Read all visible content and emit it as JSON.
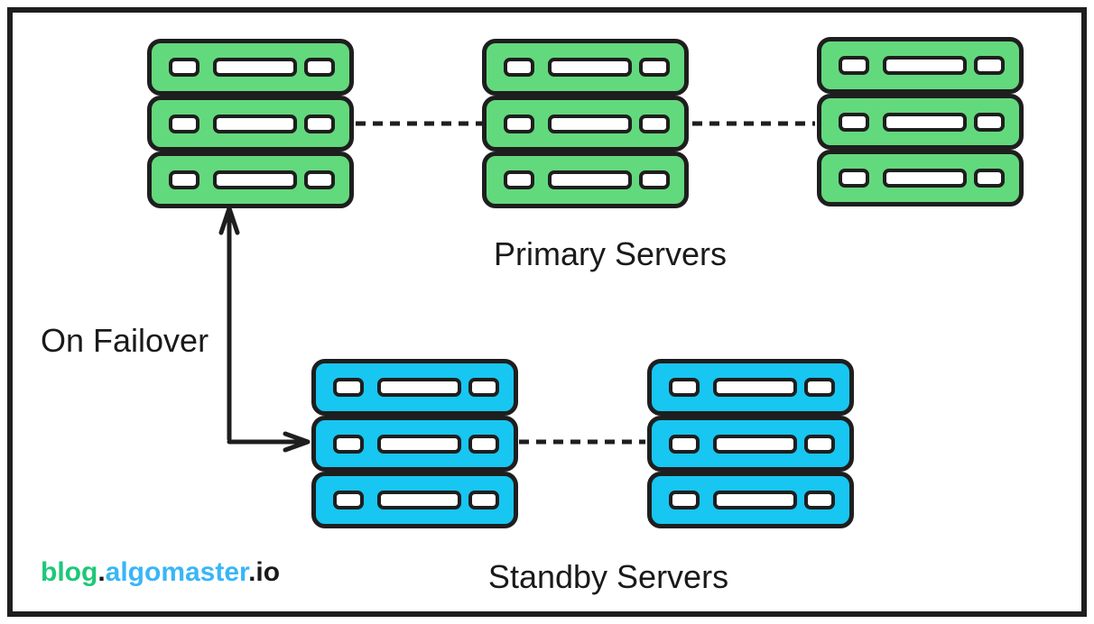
{
  "labels": {
    "primary": "Primary Servers",
    "standby": "Standby Servers",
    "failover": "On Failover"
  },
  "brand": {
    "blog": "blog",
    "dot1": ".",
    "algomaster": "algomaster",
    "dot2": ".",
    "io": "io"
  },
  "colors": {
    "primary_server": "#63D97D",
    "standby_server": "#18C6F2",
    "brand_green": "#1DC878",
    "brand_blue": "#38B6F8",
    "stroke": "#1e1e1e",
    "text": "#1a1a1a"
  },
  "structure": {
    "primary_stack_count": 3,
    "standby_stack_count": 2,
    "units_per_stack": 3
  }
}
